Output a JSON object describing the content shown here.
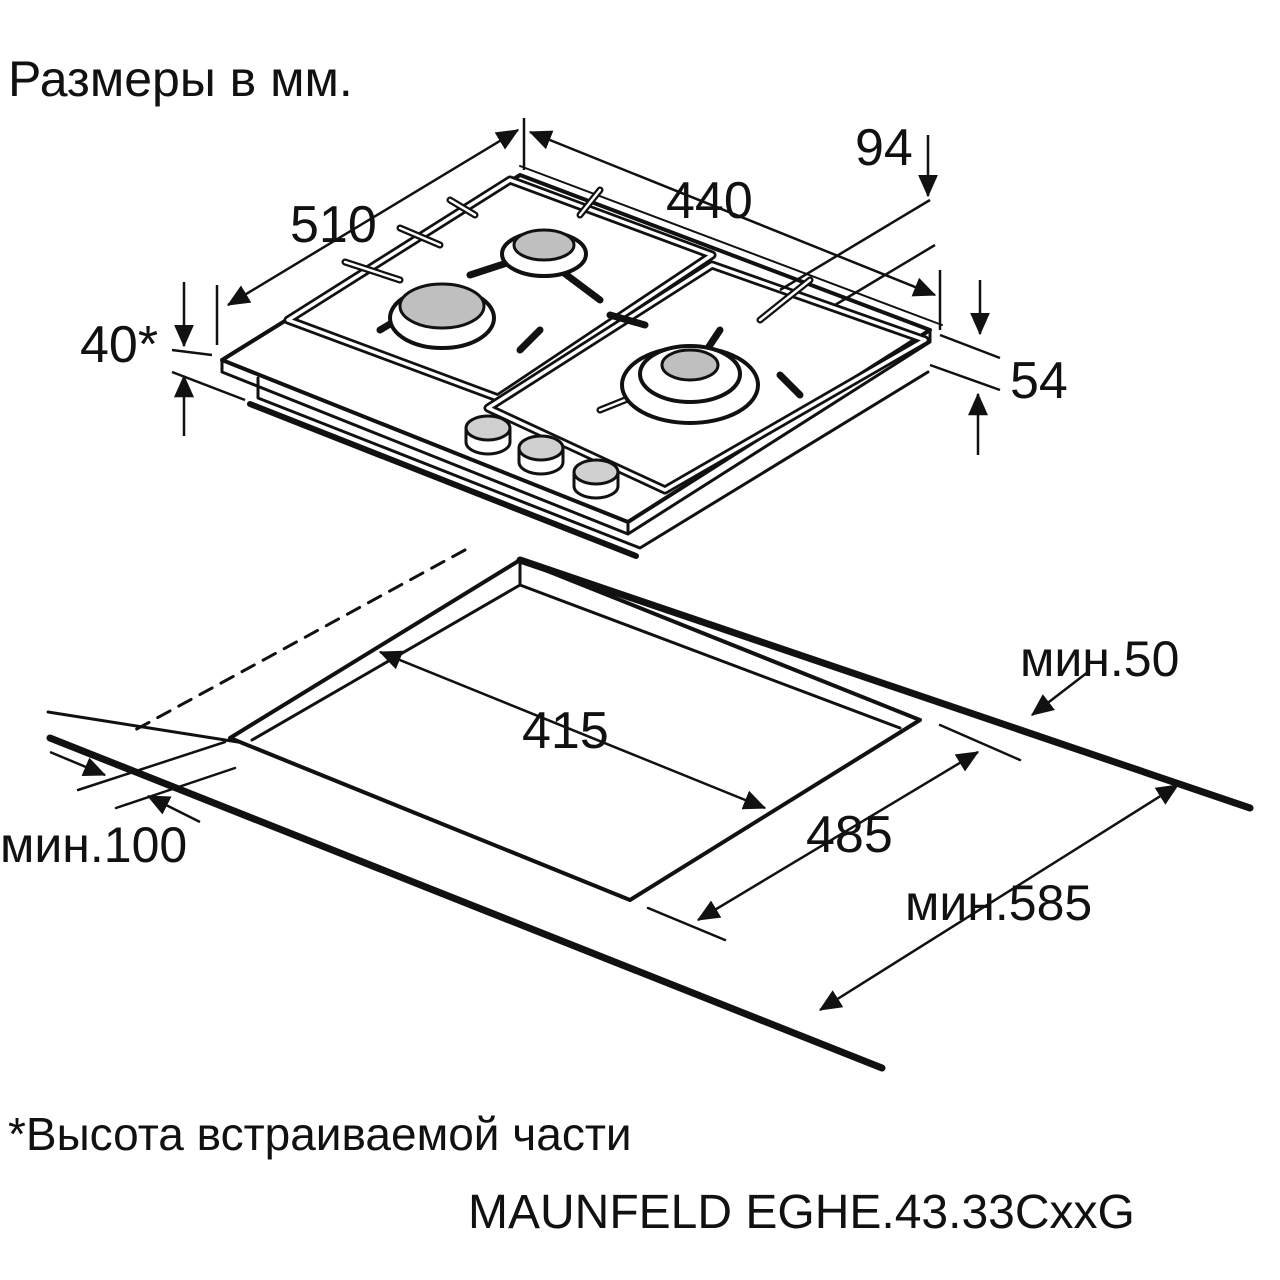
{
  "header": {
    "units_note": "Размеры в мм."
  },
  "hob_dimensions": {
    "depth": "510",
    "width": "440",
    "control_offset": "94",
    "built_in_height": "40*",
    "total_height": "54"
  },
  "cutout_dimensions": {
    "cutout_depth": "415",
    "cutout_width": "485",
    "min_back": "мин.50",
    "min_front": "мин.100",
    "min_worktop": "мин.585"
  },
  "footer": {
    "footnote": "*Высота встраиваемой части",
    "model": "MAUNFELD EGHE.43.33CxxG"
  },
  "colors": {
    "ink": "#111111",
    "burner_cap": "#bfbfbf",
    "knob": "#d0d0d0",
    "background": "#ffffff"
  },
  "icons": {
    "dimension_arrow": "filled-triangle-arrowhead",
    "burner": "gas-burner",
    "knob": "control-knob"
  }
}
